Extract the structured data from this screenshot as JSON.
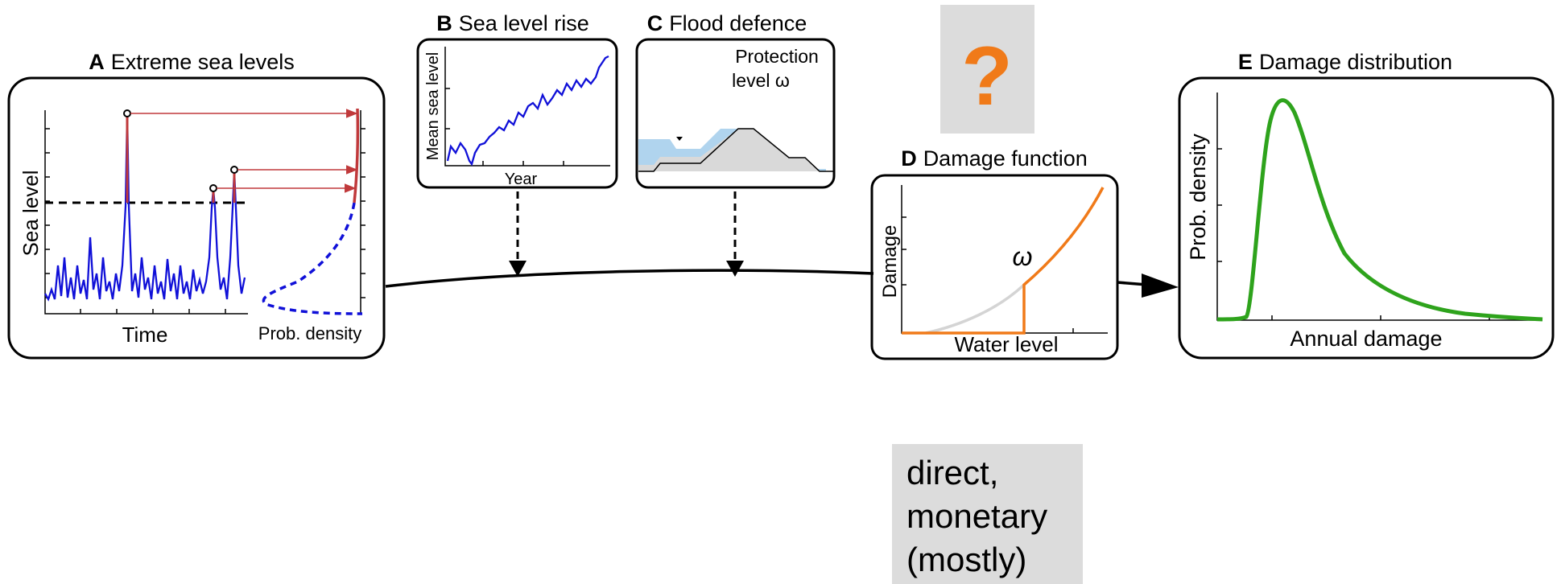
{
  "colors": {
    "blue": "#1010d8",
    "red": "#c0393b",
    "orange": "#f07a19",
    "green": "#2ea31c",
    "light_blue": "#b0d4ee",
    "gray_fill": "#d9d9d9",
    "gray_box": "#dcdcdc"
  },
  "panel_a": {
    "letter": "A",
    "title": "Extreme sea levels",
    "ylabel": "Sea level",
    "xlabel": "Time",
    "pdf_label": "Prob. density"
  },
  "panel_b": {
    "letter": "B",
    "title": "Sea level rise",
    "ylabel": "Mean sea level",
    "xlabel": "Year"
  },
  "panel_c": {
    "letter": "C",
    "title": "Flood defence",
    "note_line1": "Protection",
    "note_line2": "level ω"
  },
  "panel_d": {
    "letter": "D",
    "title": "Damage function",
    "ylabel": "Damage",
    "xlabel": "Water level",
    "omega": "ω"
  },
  "panel_e": {
    "letter": "E",
    "title": "Damage distribution",
    "ylabel": "Prob. density",
    "xlabel": "Annual damage"
  },
  "question_box": {
    "symbol": "?"
  },
  "note_box": {
    "line1": "direct,",
    "line2": "monetary",
    "line3": "(mostly)"
  },
  "icons": [
    "arrow-head-icon",
    "water-level-marker-icon",
    "dike-icon"
  ]
}
